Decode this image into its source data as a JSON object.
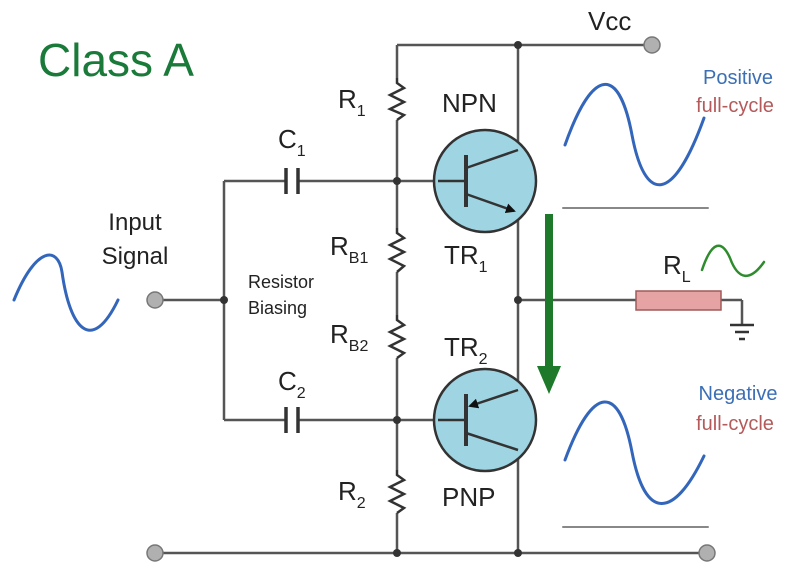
{
  "diagram": {
    "title": "Class A",
    "vcc_label": "Vcc",
    "input_label_line1": "Input",
    "input_label_line2": "Signal",
    "bias_label_line1": "Resistor",
    "bias_label_line2": "Biasing",
    "npn_label": "NPN",
    "pnp_label": "PNP",
    "r1": {
      "main": "R",
      "sub": "1"
    },
    "r2": {
      "main": "R",
      "sub": "2"
    },
    "rb1": {
      "main": "R",
      "sub": "B1"
    },
    "rb2": {
      "main": "R",
      "sub": "B2"
    },
    "c1": {
      "main": "C",
      "sub": "1"
    },
    "c2": {
      "main": "C",
      "sub": "2"
    },
    "tr1": {
      "main": "TR",
      "sub": "1"
    },
    "tr2": {
      "main": "TR",
      "sub": "2"
    },
    "rl": {
      "main": "R",
      "sub": "L"
    },
    "positive_line1": "Positive",
    "positive_line2": "full-cycle",
    "negative_line1": "Negative",
    "negative_line2": "full-cycle",
    "colors": {
      "title": "#1a7a3a",
      "wire": "#555555",
      "transistor_fill": "#9fd4e3",
      "wave": "#3366bb",
      "label_blue": "#3b6fb6",
      "label_red": "#b55a5a",
      "arrow_green": "#1e7a2a",
      "load_fill": "#e5a3a3",
      "small_wave": "#2e8b2e"
    }
  }
}
